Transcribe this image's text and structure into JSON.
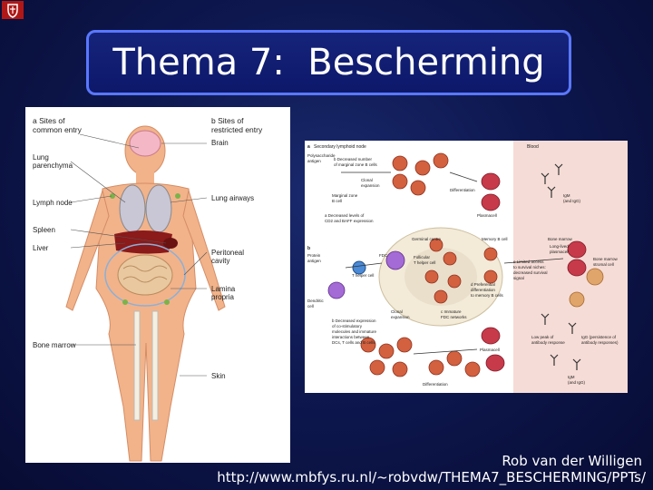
{
  "slide": {
    "title": "Thema 7:  Bescherming",
    "credit": "Rob van der Willigen",
    "url": "http://www.mbfys.ru.nl/~robvdw/THEMA7_BESCHERMING/PPTs/"
  },
  "colors": {
    "accent": "#5a78ff",
    "background": "#0e1850",
    "logo": "#b01818"
  },
  "figure_left": {
    "label_a": "a Sites of\n   common entry",
    "label_b": "b Sites of\n   restricted entry",
    "labels": {
      "brain": "Brain",
      "lung_parenchyma": "Lung\nparenchyma",
      "lung_airways": "Lung airways",
      "lymph_node": "Lymph node",
      "spleen": "Spleen",
      "liver": "Liver",
      "peritoneal": "Peritoneal\ncavity",
      "lamina": "Lamina\npropria",
      "bone_marrow": "Bone marrow",
      "skin": "Skin"
    }
  },
  "figure_right": {
    "a": "a",
    "b": "b",
    "secondary": "Secondary lymphoid node",
    "blood": "Blood",
    "polysaccharide": "Polysaccharide\nantigen",
    "decreased_number": "b Decreased number\nof marginal zone B cells",
    "clonal": "Clonal\nexpansion",
    "differentiation": "Differentiation",
    "marginal": "Marginal zone\nB cell",
    "plasmacell": "Plasmacell",
    "igm": "IgM\n(and IgG)",
    "decreased_levels": "a Decreased levels of\nCD2 and BAFF expression",
    "germinal": "Germinal centre",
    "memory": "Memory B cell",
    "bone_marrow": "Bone marrow",
    "long_lived": "Long-lived\nplasmacell",
    "protein": "Protein\nantigen",
    "fdc": "FDC",
    "follicular": "Follicular\nT helper cell",
    "preferential": "d Preferential\ndifferentiation\nto memory B cells",
    "limited": "e Limited access\nto survival niches:\ndecreased survival\nsignal",
    "stromal": "Bone marrow\nstromal cell",
    "dendritic": "Dendritic\ncell",
    "t_helper": "T helper cell",
    "clonal2": "Clonal\nexpansion",
    "immature": "c Immature\nFDC networks",
    "decreased_expression": "b Decreased expression\nof co-stimulatory\nmolecules and immature\ninteractions between\nDCs, T cells and B cells",
    "plasmacell2": "Plasmacell",
    "differentiation2": "Differentiation",
    "low_peak": "Low peak of\nantibody response",
    "igg_persist": "IgG (persistence of\nantibody responses)",
    "igm_igg": "IgM\n(and IgG)"
  }
}
